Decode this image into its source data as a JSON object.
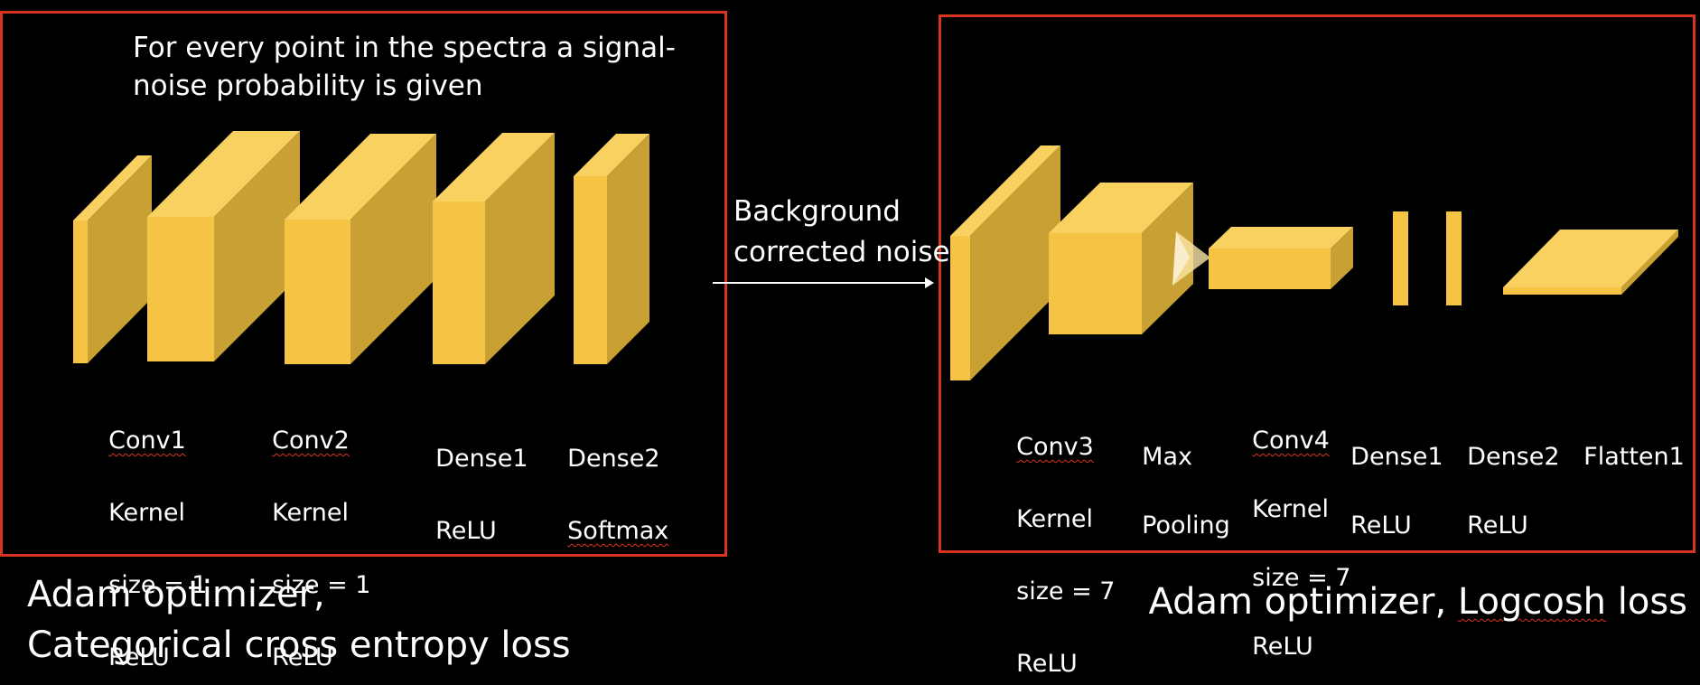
{
  "colors": {
    "front": "#f6c445",
    "top": "#f9d160",
    "side": "#c9a034",
    "frame": "#d9341f",
    "text": "#ffffff"
  },
  "left_panel": {
    "note": "For every point in the spectra a signal-\nnoise probability is given",
    "layers": [
      {
        "name": "Conv1",
        "lines": [
          "Kernel",
          "size = 1",
          "ReLU"
        ]
      },
      {
        "name": "Conv2",
        "lines": [
          "Kernel",
          "size = 1",
          "ReLU"
        ]
      },
      {
        "name": "Dense1",
        "lines": [
          "ReLU"
        ]
      },
      {
        "name": "Dense2",
        "lines": [
          "Softmax"
        ]
      }
    ],
    "footer": "Adam optimizer,\nCategorical cross entropy loss"
  },
  "connector": {
    "label": "Background\ncorrected noise"
  },
  "right_panel": {
    "layers": [
      {
        "name": "Conv3",
        "lines": [
          "Kernel",
          "size = 7",
          "ReLU"
        ]
      },
      {
        "name": "Max",
        "lines": [
          "Pooling"
        ]
      },
      {
        "name": "Conv4",
        "lines": [
          "Kernel",
          "size = 7",
          "ReLU"
        ]
      },
      {
        "name": "Dense1",
        "lines": [
          "ReLU"
        ]
      },
      {
        "name": "Dense2",
        "lines": [
          "ReLU"
        ]
      },
      {
        "name": "Flatten1",
        "lines": []
      }
    ],
    "footer_plain": "Adam optimizer, ",
    "footer_marked": "Logcosh",
    "footer_tail": " loss"
  }
}
